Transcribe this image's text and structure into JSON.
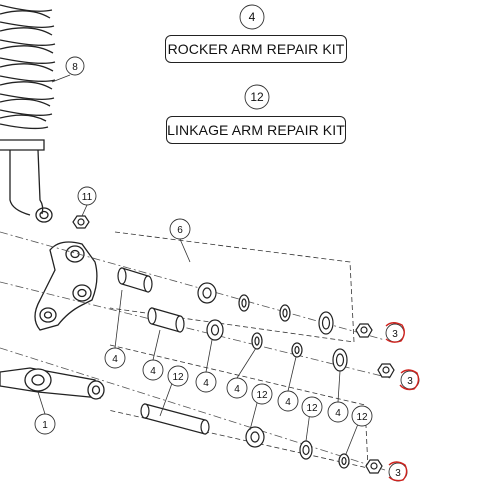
{
  "kits": {
    "rocker": {
      "number": "4",
      "label": "ROCKER ARM REPAIR KIT"
    },
    "linkage": {
      "number": "12",
      "label": "LINKAGE ARM REPAIR KIT"
    }
  },
  "callouts": {
    "spring": "8",
    "nut_top": "11",
    "group": "6",
    "link_arm": "1",
    "row1_a": "4",
    "row1_b": "4",
    "row1_c": "12",
    "row1_d": "4",
    "row2_a": "4",
    "row2_b": "12",
    "row2_c": "4",
    "row2_d": "12",
    "row2_e": "4",
    "row2_f": "12",
    "nut_1": "3",
    "nut_2": "3",
    "nut_3": "3"
  },
  "colors": {
    "line": "#222222",
    "highlight": "#d0231e"
  }
}
